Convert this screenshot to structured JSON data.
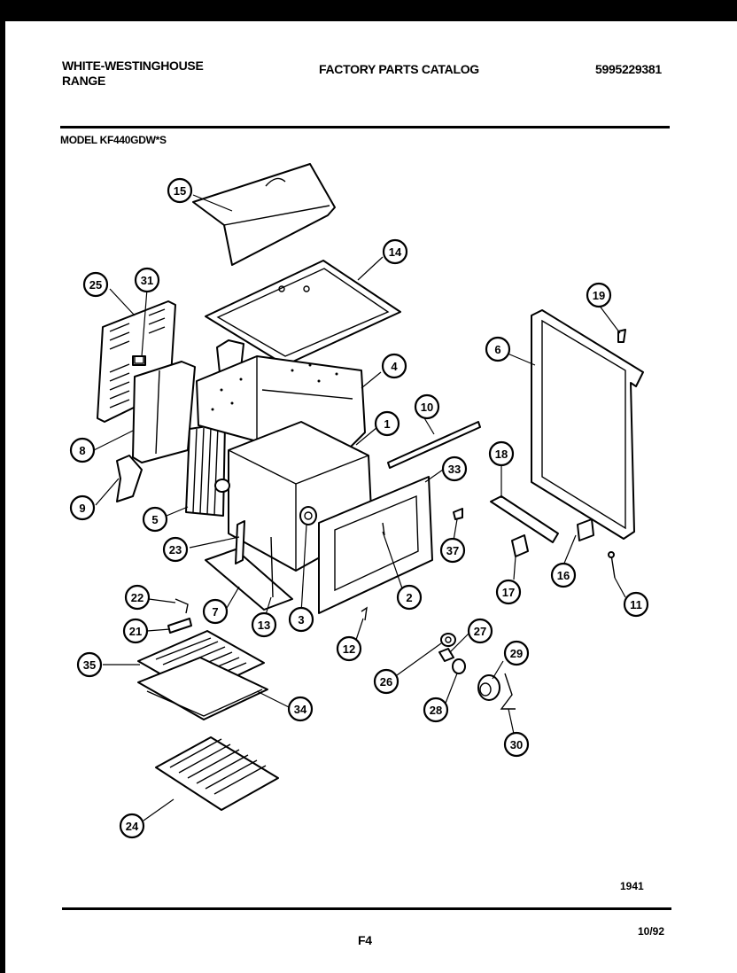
{
  "header": {
    "brand_line1": "WHITE-WESTINGHOUSE",
    "brand_line2": "RANGE",
    "catalog_title": "FACTORY PARTS CATALOG",
    "catalog_number": "5995229381",
    "model": "MODEL KF440GDW*S"
  },
  "footer": {
    "diagram_id": "1941",
    "page_label": "F4",
    "date": "10/92"
  },
  "callouts": [
    "1",
    "2",
    "3",
    "4",
    "5",
    "6",
    "7",
    "8",
    "9",
    "10",
    "11",
    "12",
    "13",
    "14",
    "15",
    "16",
    "17",
    "18",
    "19",
    "21",
    "22",
    "23",
    "24",
    "25",
    "26",
    "27",
    "28",
    "29",
    "30",
    "31",
    "33",
    "34",
    "35",
    "37"
  ]
}
